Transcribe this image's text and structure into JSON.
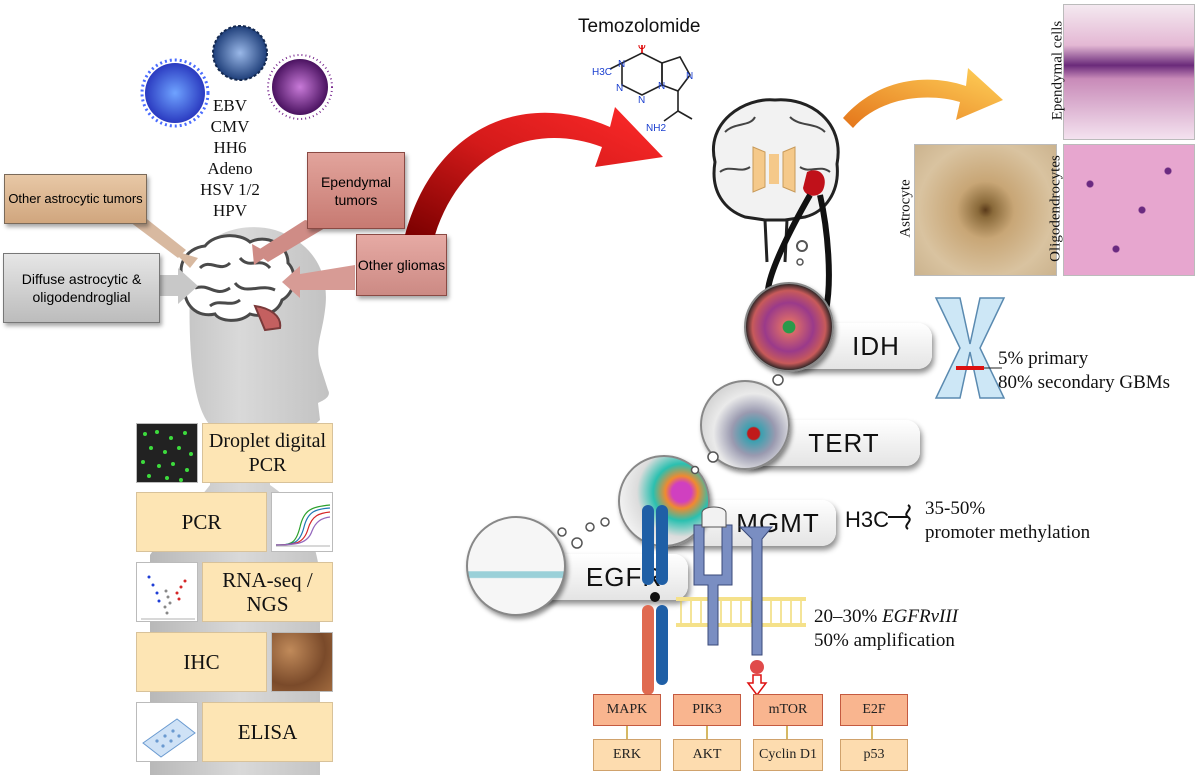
{
  "drug": {
    "name": "Temozolomide",
    "ch3": "H3C",
    "n1": "N",
    "n2": "N",
    "n3": "N",
    "n4": "N",
    "n5": "N",
    "o": "O",
    "nh2": "NH2"
  },
  "viruses": [
    "EBV",
    "CMV",
    "HH6",
    "Adeno",
    "HSV 1/2",
    "HPV"
  ],
  "tumor_categories": {
    "other_astrocytic": "Other astrocytic tumors",
    "diffuse": "Diffuse astrocytic & oligodendroglial",
    "ependymal": "Ependymal tumors",
    "other_gliomas": "Other gliomas"
  },
  "methods": [
    {
      "label": "Droplet digital PCR"
    },
    {
      "label": "PCR"
    },
    {
      "label": "RNA-seq / NGS"
    },
    {
      "label": "IHC"
    },
    {
      "label": "ELISA"
    }
  ],
  "cells": {
    "ependymal": "Ependymal cells",
    "astrocyte": "Astrocyte",
    "oligodendrocytes": "Oligodendrocytes"
  },
  "genes": {
    "idh": "IDH",
    "tert": "TERT",
    "mgmt": "MGMT",
    "egfr": "EGFR"
  },
  "annotations": {
    "idh_line1": "5% primary",
    "idh_line2": "80% secondary GBMs",
    "mgmt_group": "H3C",
    "mgmt_line1": "35-50%",
    "mgmt_line2": "promoter methylation",
    "egfr_pct": "20–30%",
    "egfr_variant": "EGFRvIII",
    "egfr_line2": "50% amplification"
  },
  "pathway": {
    "top": [
      "MAPK",
      "PIK3",
      "mTOR",
      "E2F"
    ],
    "bottom": [
      "ERK",
      "AKT",
      "Cyclin D1",
      "p53"
    ]
  },
  "colors": {
    "big_arrow": "#cc1111",
    "orange_arrow": "#f5a623",
    "pathway_top": "#f9b58f",
    "pathway_bottom": "#fddcaf",
    "method_box": "#fde5b4"
  }
}
